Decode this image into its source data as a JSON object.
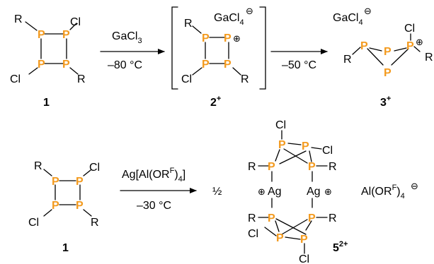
{
  "colors": {
    "phosphorus": "#f39a1e",
    "text": "#000000",
    "background": "#ffffff"
  },
  "atoms": {
    "p": "P",
    "r": "R",
    "cl": "Cl",
    "ag": "Ag"
  },
  "charges": {
    "plus": "⊕",
    "minus": "⊖"
  },
  "reaction1": {
    "reagent": "GaCl",
    "reagent_sub": "3",
    "condition": "–80 °C",
    "start_label": "1",
    "intermediate_label": "2",
    "intermediate_charge": "+",
    "anion": "GaCl",
    "anion_sub": "4"
  },
  "reaction2": {
    "condition": "–50 °C",
    "product_label": "3",
    "product_charge": "+",
    "anion": "GaCl",
    "anion_sub": "4"
  },
  "reaction3": {
    "reagent_prefix": "Ag[Al(OR",
    "reagent_sup": "F",
    "reagent_mid": ")",
    "reagent_sub": "4",
    "reagent_suffix": "]",
    "condition": "–30 °C",
    "start_label": "1",
    "coefficient": "½",
    "product_label": "5",
    "product_charge": "2+",
    "anion_prefix": "Al(OR",
    "anion_sup": "F",
    "anion_mid": ")",
    "anion_sub": "4"
  }
}
